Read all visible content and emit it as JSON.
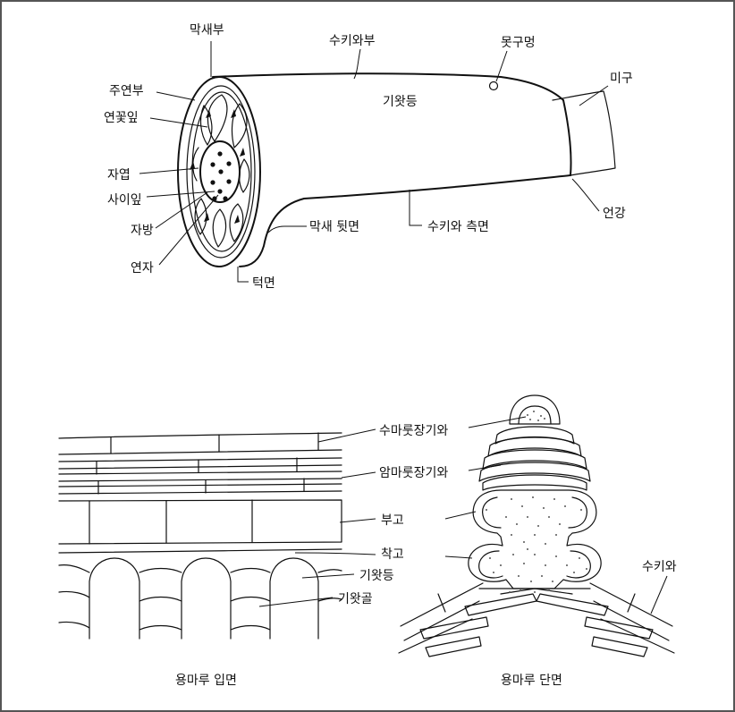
{
  "top_diagram": {
    "labels": {
      "maksaebu": "막새부",
      "sukiwabu": "수키와부",
      "motgumeong": "못구멍",
      "migu": "미구",
      "giwatdeung_top": "기왓등",
      "juyeonbu": "주연부",
      "yeonkkotip": "연꽃잎",
      "jayeop": "자엽",
      "saiip": "사이잎",
      "jabang": "자방",
      "yeonja": "연자",
      "maksae_dwitmyeon": "막새 뒷면",
      "sukiwa_cheukmyeon": "수키와 측면",
      "eongang": "언강",
      "teokmyeon": "턱면"
    }
  },
  "bottom_left": {
    "caption": "용마루 입면",
    "labels": {
      "sumarut": "수마룻장기와",
      "ammarut": "암마룻장기와",
      "bugo": "부고",
      "chakgo": "착고",
      "giwatdeung": "기왓등",
      "giwatgol": "기왓골"
    }
  },
  "bottom_right": {
    "caption": "용마루 단면",
    "labels": {
      "sukiwa": "수키와"
    }
  }
}
